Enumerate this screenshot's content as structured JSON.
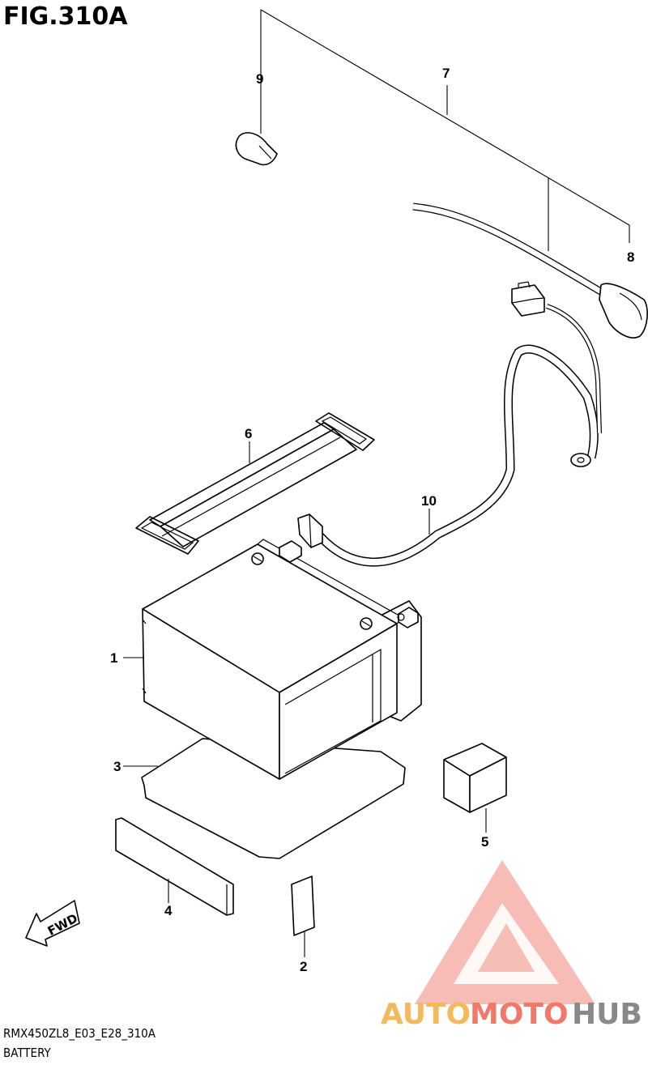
{
  "figure": {
    "title": "FIG.310A",
    "model_code": "RMX450ZL8_E03_E28_310A",
    "section_name": "BATTERY"
  },
  "callouts": [
    {
      "id": "c1",
      "label": "1"
    },
    {
      "id": "c2",
      "label": "2"
    },
    {
      "id": "c3",
      "label": "3"
    },
    {
      "id": "c4",
      "label": "4"
    },
    {
      "id": "c5",
      "label": "5"
    },
    {
      "id": "c6",
      "label": "6"
    },
    {
      "id": "c7",
      "label": "7"
    },
    {
      "id": "c8",
      "label": "8"
    },
    {
      "id": "c9",
      "label": "9"
    },
    {
      "id": "c10",
      "label": "10"
    }
  ],
  "fwd_label": "FWD",
  "watermark": {
    "part1": "AUTO",
    "part2": "MOTO",
    "part3": "HUB",
    "color_primary": "#f4a742",
    "color_secondary": "#ef6b5a",
    "color_dark": "#7d7d7d"
  }
}
